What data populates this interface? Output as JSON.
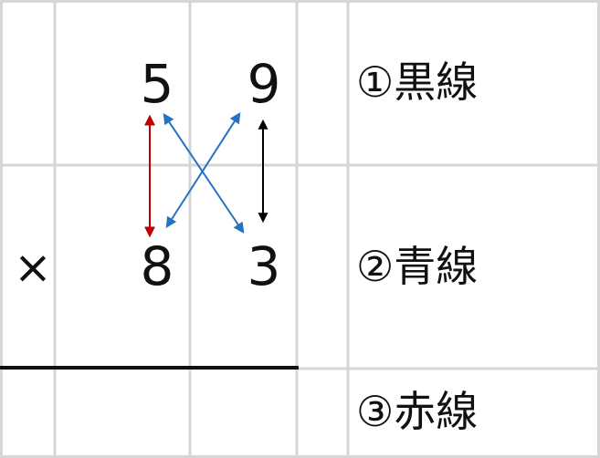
{
  "problem": {
    "top_digits": [
      "5",
      "9"
    ],
    "multiply_sign": "×",
    "bottom_digits": [
      "8",
      "3"
    ]
  },
  "legend": {
    "black_line_label": "①黒線",
    "blue_line_label": "②青線",
    "red_line_label": "③赤線"
  },
  "colors": {
    "black_line": "#000000",
    "blue_line": "#2473c2",
    "red_line": "#c00000",
    "grid": "#d6d6d6"
  }
}
